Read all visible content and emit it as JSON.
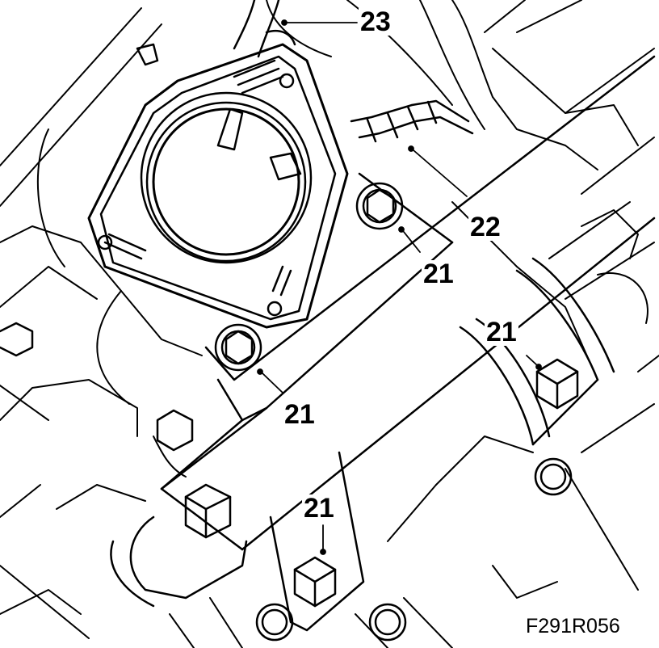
{
  "callouts": {
    "c23": "23",
    "c22": "22",
    "c21a": "21",
    "c21b": "21",
    "c21c": "21",
    "c21d": "21"
  },
  "figure_id": "F291R056",
  "colors": {
    "line": "#000000",
    "background": "#ffffff"
  }
}
